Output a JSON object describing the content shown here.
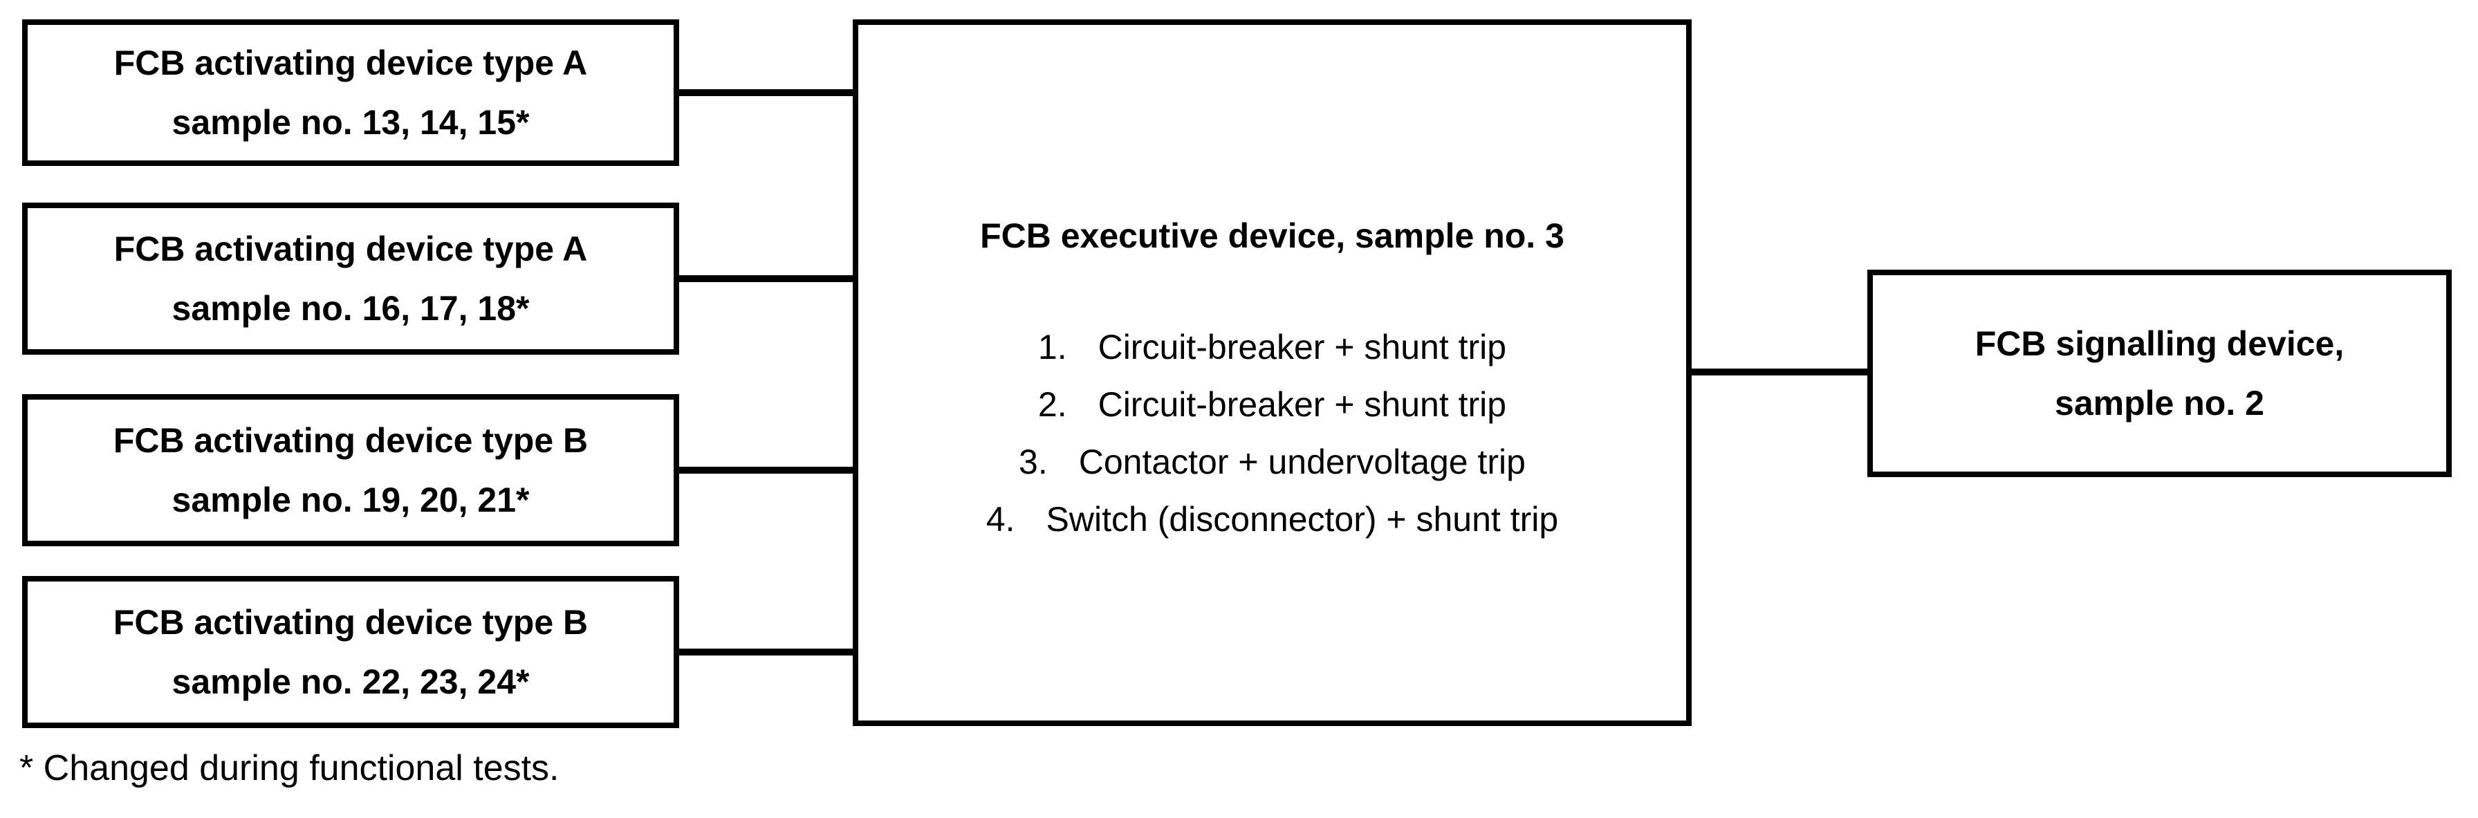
{
  "diagram": {
    "activating_devices": [
      {
        "line1": "FCB activating device type A",
        "line2": "sample no. 13, 14, 15*"
      },
      {
        "line1": "FCB activating device type A",
        "line2": "sample no. 16, 17, 18*"
      },
      {
        "line1": "FCB activating device type B",
        "line2": "sample no. 19, 20, 21*"
      },
      {
        "line1": "FCB activating device type B",
        "line2": "sample no. 22, 23, 24*"
      }
    ],
    "executive_device": {
      "title": "FCB executive device, sample no. 3",
      "items": [
        {
          "number": "1.",
          "label": "Circuit-breaker + shunt trip"
        },
        {
          "number": "2.",
          "label": "Circuit-breaker + shunt trip"
        },
        {
          "number": "3.",
          "label": "Contactor + undervoltage trip"
        },
        {
          "number": "4.",
          "label": "Switch (disconnector) + shunt trip"
        }
      ]
    },
    "signalling_device": {
      "line1": "FCB signalling device,",
      "line2": "sample no. 2"
    },
    "footnote": "* Changed during functional tests.",
    "colors": {
      "line": "#000000",
      "text": "#000000",
      "background": "#ffffff"
    }
  }
}
